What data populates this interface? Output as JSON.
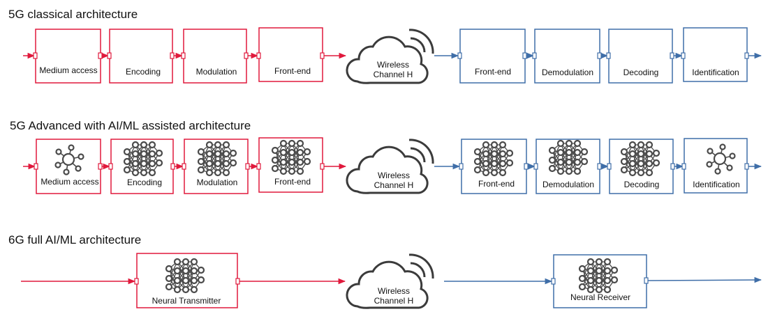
{
  "colors": {
    "tx": "#e0193c",
    "rx": "#3f6ea8",
    "node": "#4a4a4a",
    "cloud": "#3b3b3b"
  },
  "rows": [
    {
      "title": "5G classical architecture",
      "tx_blocks": [
        {
          "label": "Medium access",
          "icon": "none"
        },
        {
          "label": "Encoding",
          "icon": "none"
        },
        {
          "label": "Modulation",
          "icon": "none"
        },
        {
          "label": "Front-end",
          "icon": "none"
        }
      ],
      "channel": [
        "Wireless",
        "Channel H"
      ],
      "rx_blocks": [
        {
          "label": "Front-end",
          "icon": "none"
        },
        {
          "label": "Demodulation",
          "icon": "none"
        },
        {
          "label": "Decoding",
          "icon": "none"
        },
        {
          "label": "Identification",
          "icon": "none"
        }
      ]
    },
    {
      "title": "5G Advanced with AI/ML assisted architecture",
      "tx_blocks": [
        {
          "label": "Medium access",
          "icon": "hub-icon"
        },
        {
          "label": "Encoding",
          "icon": "neural-network-icon"
        },
        {
          "label": "Modulation",
          "icon": "neural-network-icon"
        },
        {
          "label": "Front-end",
          "icon": "neural-network-icon"
        }
      ],
      "channel": [
        "Wireless",
        "Channel H"
      ],
      "rx_blocks": [
        {
          "label": "Front-end",
          "icon": "neural-network-icon"
        },
        {
          "label": "Demodulation",
          "icon": "neural-network-icon"
        },
        {
          "label": "Decoding",
          "icon": "neural-network-icon"
        },
        {
          "label": "Identification",
          "icon": "hub-icon"
        }
      ]
    },
    {
      "title": "6G full AI/ML architecture",
      "tx_blocks": [
        {
          "label": "Neural Transmitter",
          "icon": "neural-network-icon"
        }
      ],
      "channel": [
        "Wireless",
        "Channel H"
      ],
      "rx_blocks": [
        {
          "label": "Neural Receiver",
          "icon": "neural-network-icon"
        }
      ]
    }
  ]
}
